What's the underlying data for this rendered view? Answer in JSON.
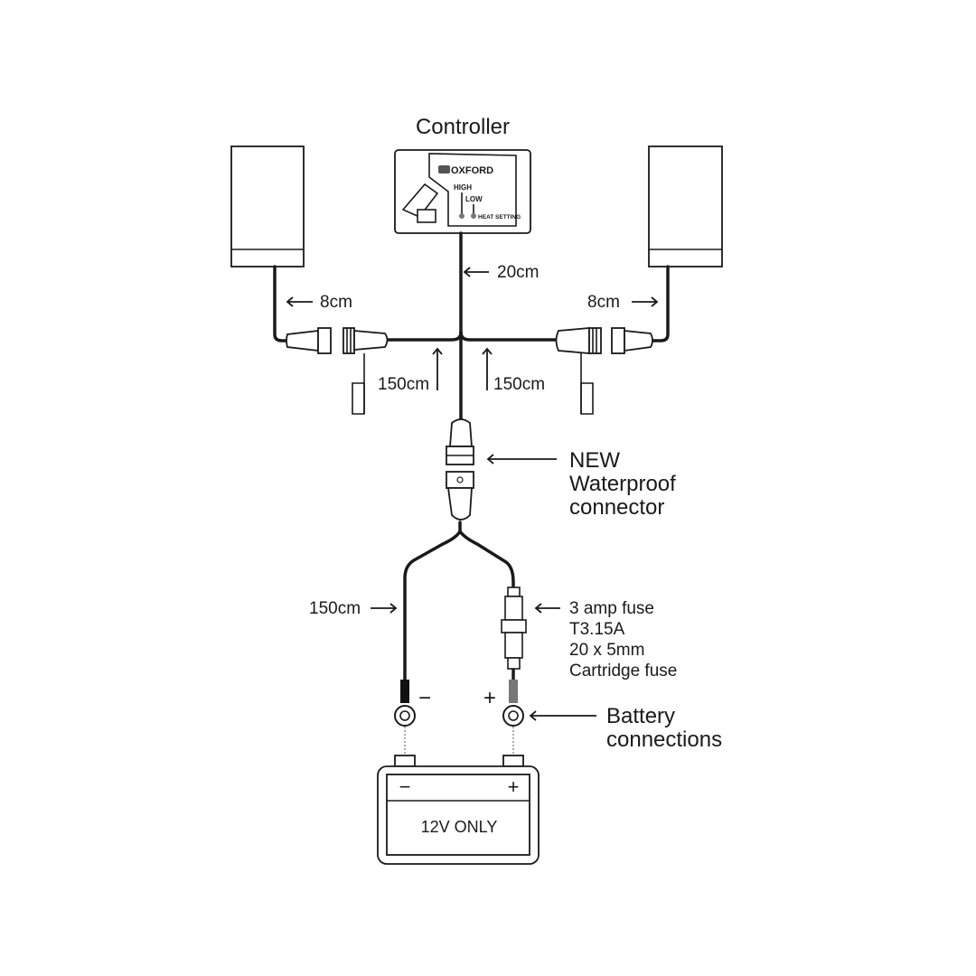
{
  "controller": {
    "title": "Controller",
    "brand": "OXFORD",
    "high_label": "HIGH",
    "low_label": "LOW",
    "heat_label": "HEAT SETTING"
  },
  "cable_lengths": {
    "controller_lead": "20cm",
    "left_grip_lead": "8cm",
    "right_grip_lead": "8cm",
    "left_extension": "150cm",
    "right_extension": "150cm",
    "battery_lead": "150cm"
  },
  "connector": {
    "line1": "NEW",
    "line2": "Waterproof",
    "line3": "connector"
  },
  "fuse": {
    "line1": "3 amp fuse",
    "line2": "T3.15A",
    "line3": "20 x 5mm",
    "line4": "Cartridge fuse"
  },
  "battery_connections": {
    "line1": "Battery",
    "line2": "connections",
    "negative_symbol": "−",
    "positive_symbol": "+"
  },
  "battery": {
    "negative_symbol": "−",
    "positive_symbol": "+",
    "label": "12V ONLY"
  }
}
